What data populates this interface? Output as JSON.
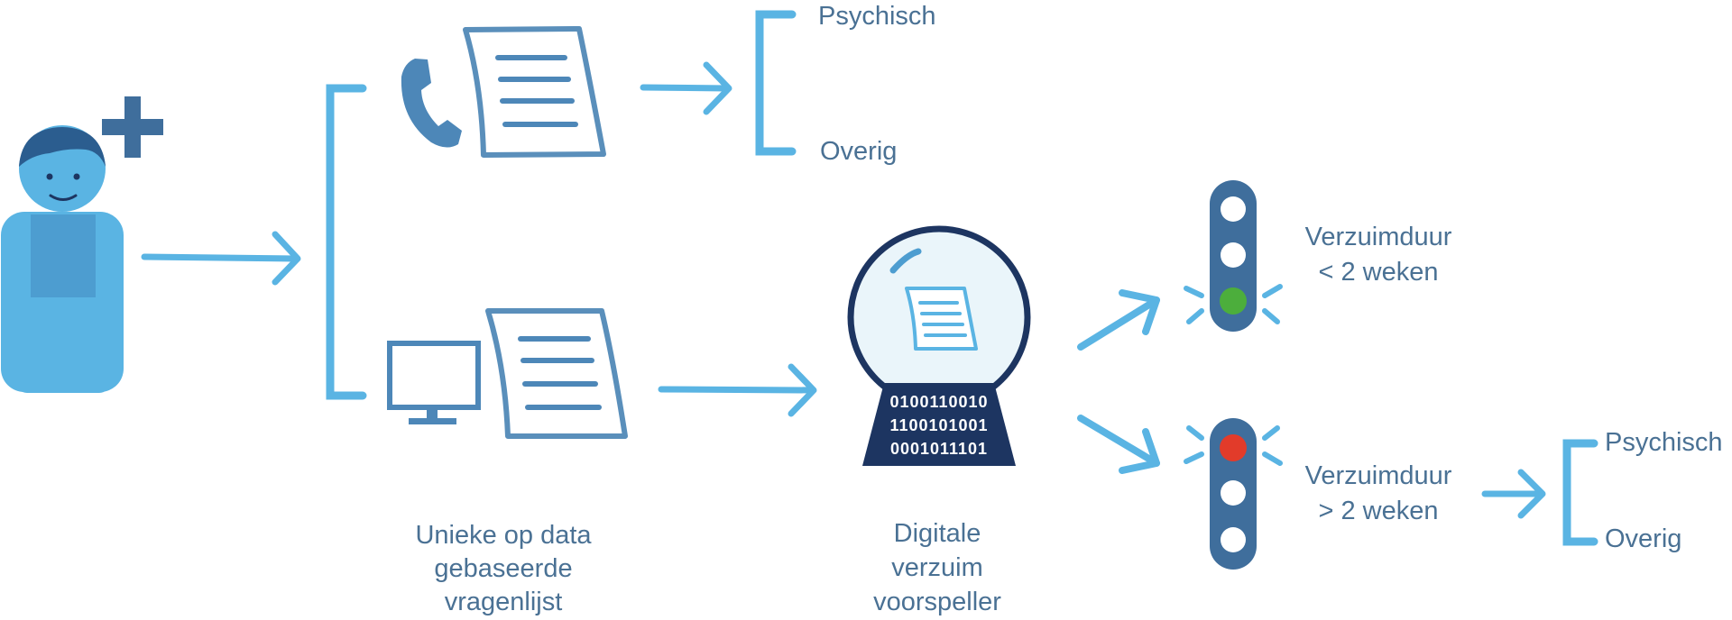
{
  "top_branch": {
    "option_1": "Psychisch",
    "option_2": "Overig"
  },
  "green_light_label": {
    "line1": "Verzuimduur",
    "line2": "< 2 weken"
  },
  "red_light_label": {
    "line1": "Verzuimduur",
    "line2": "> 2 weken"
  },
  "bottom_branch": {
    "option_1": "Psychisch",
    "option_2": "Overig"
  },
  "questionnaire_caption": {
    "line1": "Unieke op data",
    "line2": "gebaseerde",
    "line3": "vragenlijst"
  },
  "predictor_caption": {
    "line1": "Digitale",
    "line2": "verzuim",
    "line3": "voorspeller"
  },
  "binary": {
    "line1": "0100110010",
    "line2": "1100101001",
    "line3": "0001011101"
  },
  "colors": {
    "light_blue": "#5ab4e3",
    "mid_blue": "#4d87b8",
    "dark_navy": "#1d3561",
    "label_text": "#4a7194",
    "signal_green": "#4cae3c",
    "signal_red": "#e23b2a"
  },
  "icons": [
    "person-icon",
    "plus-icon",
    "phone-icon",
    "document-icon",
    "monitor-icon",
    "crystal-ball-icon",
    "traffic-light-icon",
    "arrow-icon",
    "bracket-icon"
  ]
}
